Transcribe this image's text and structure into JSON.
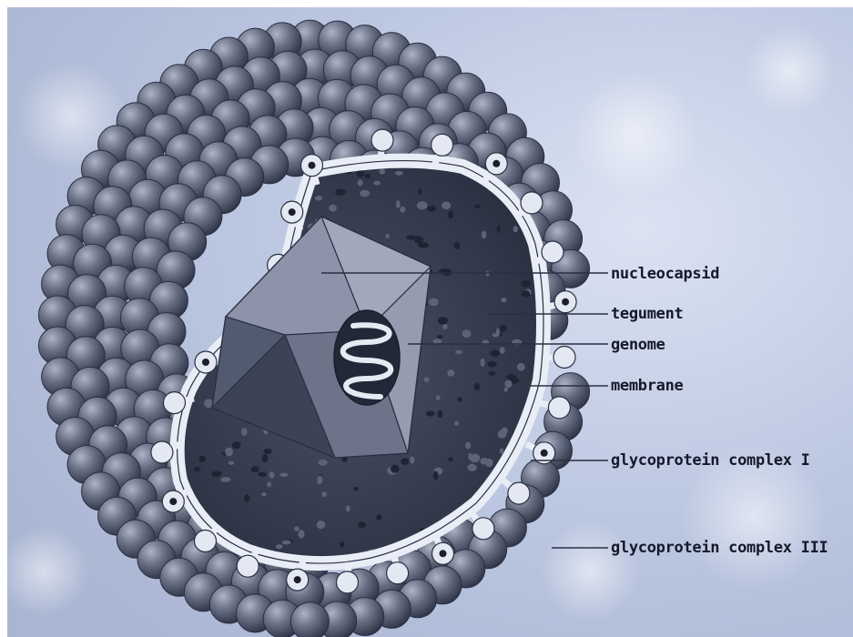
{
  "labels": {
    "nucleocapsid": "nucleocapsid",
    "tegument": "tegument",
    "genome": "genome",
    "membrane": "membrane",
    "glycoprotein_complex_1": "glycoprotein complex I",
    "glycoprotein_complex_3": "glycoprotein complex III"
  },
  "colors": {
    "background": "#b9c4de",
    "capsomer": "#5b6276",
    "membrane": "#e9edf6",
    "tegument": "#3a4154",
    "capsid_face": "#8a91a6",
    "label_text": "#15192a"
  }
}
